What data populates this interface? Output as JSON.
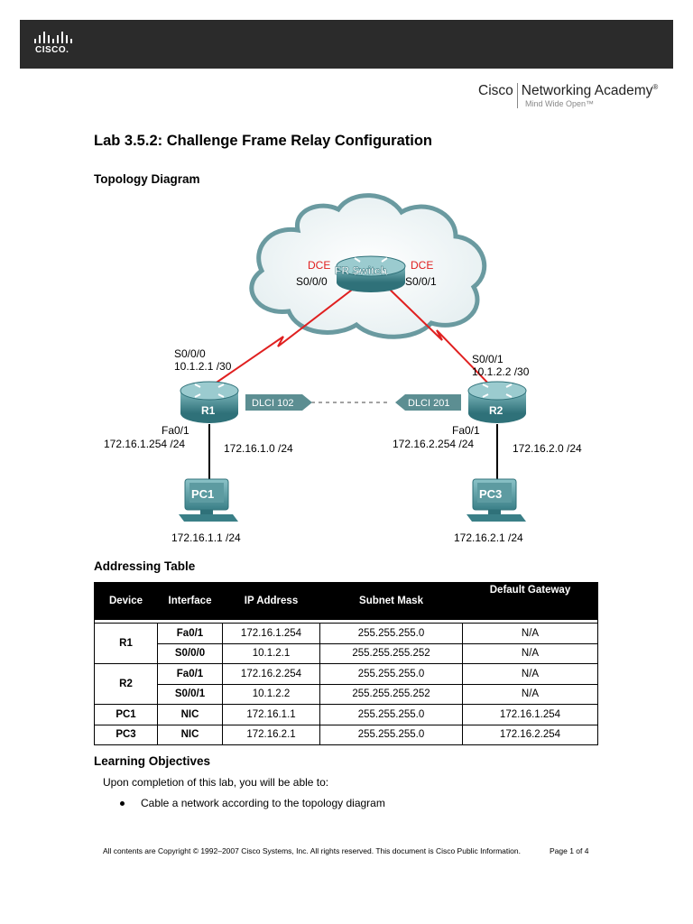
{
  "header": {
    "brand_word": "CISCO.",
    "academy_name_left": "Cisco",
    "academy_name_right": "Networking Academy",
    "academy_reg": "®",
    "academy_tagline": "Mind Wide Open™"
  },
  "title": "Lab 3.5.2: Challenge Frame Relay Configuration",
  "topology": {
    "heading": "Topology Diagram",
    "fr_switch_label": "FR Switch",
    "dce_left": "DCE",
    "dce_right": "DCE",
    "switch_port_left": "S0/0/0",
    "switch_port_right": "S0/0/1",
    "r1": {
      "label": "R1",
      "serial_port": "S0/0/0",
      "serial_ip": "10.1.2.1 /30",
      "fa_port": "Fa0/1",
      "fa_ip": "172.16.1.254 /24",
      "lan": "172.16.1.0 /24",
      "dlci": "DLCI 102"
    },
    "r2": {
      "label": "R2",
      "serial_port": "S0/0/1",
      "serial_ip": "10.1.2.2 /30",
      "fa_port": "Fa0/1",
      "fa_ip": "172.16.2.254 /24",
      "lan": "172.16.2.0 /24",
      "dlci": "DLCI 201"
    },
    "pc1": {
      "label": "PC1",
      "ip": "172.16.1.1 /24"
    },
    "pc3": {
      "label": "PC3",
      "ip": "172.16.2.1 /24"
    }
  },
  "addressing": {
    "heading": "Addressing Table",
    "headers": [
      "Device",
      "Interface",
      "IP Address",
      "Subnet Mask",
      "Default Gateway"
    ],
    "rows": [
      {
        "device": "R1",
        "interface": "Fa0/1",
        "ip": "172.16.1.254",
        "mask": "255.255.255.0",
        "gateway": "N/A"
      },
      {
        "device": "",
        "interface": "S0/0/0",
        "ip": "10.1.2.1",
        "mask": "255.255.255.252",
        "gateway": "N/A"
      },
      {
        "device": "R2",
        "interface": "Fa0/1",
        "ip": "172.16.2.254",
        "mask": "255.255.255.0",
        "gateway": "N/A"
      },
      {
        "device": "",
        "interface": "S0/0/1",
        "ip": "10.1.2.2",
        "mask": "255.255.255.252",
        "gateway": "N/A"
      },
      {
        "device": "PC1",
        "interface": "NIC",
        "ip": "172.16.1.1",
        "mask": "255.255.255.0",
        "gateway": "172.16.1.254"
      },
      {
        "device": "PC3",
        "interface": "NIC",
        "ip": "172.16.2.1",
        "mask": "255.255.255.0",
        "gateway": "172.16.2.254"
      }
    ]
  },
  "objectives": {
    "heading": "Learning Objectives",
    "intro": "Upon completion of this lab, you will be able to:",
    "items": [
      "Cable a network according to the topology diagram"
    ]
  },
  "footer": {
    "copyright": "All contents are Copyright © 1992–2007 Cisco Systems, Inc. All rights reserved. This document is Cisco Public Information.",
    "page": "Page 1 of 4"
  },
  "colors": {
    "header_bar": "#2b2b2b",
    "serial_link": "#e02020",
    "dce_text": "#e02020",
    "router_body": "#3e8a92",
    "cloud_stroke": "#6a9aa0",
    "pc_body": "#3e8a92"
  }
}
